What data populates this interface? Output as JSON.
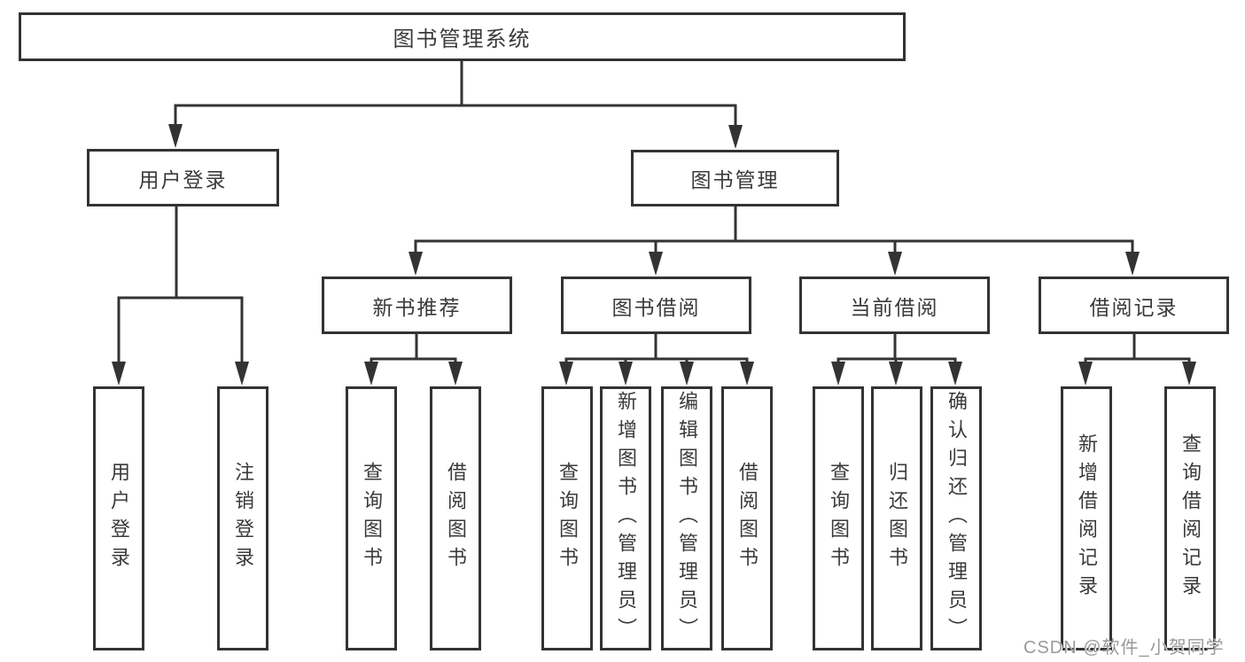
{
  "diagram_type": "hierarchy-tree",
  "colors": {
    "line": "#333333",
    "border": "#333333",
    "text": "#3a3a3a",
    "background": "#ffffff",
    "watermark_text": "#9a9a9a"
  },
  "watermark": "CSDN @软件_小贺同学",
  "tree": {
    "label": "图书管理系统",
    "children": [
      {
        "label": "用户登录",
        "children": [
          {
            "label": "用户登录"
          },
          {
            "label": "注销登录"
          }
        ]
      },
      {
        "label": "图书管理",
        "children": [
          {
            "label": "新书推荐",
            "children": [
              {
                "label": "查询图书"
              },
              {
                "label": "借阅图书"
              }
            ]
          },
          {
            "label": "图书借阅",
            "children": [
              {
                "label": "查询图书"
              },
              {
                "label": "新增图书（管理员）"
              },
              {
                "label": "编辑图书（管理员）"
              },
              {
                "label": "借阅图书"
              }
            ]
          },
          {
            "label": "当前借阅",
            "children": [
              {
                "label": "查询图书"
              },
              {
                "label": "归还图书"
              },
              {
                "label": "确认归还（管理员）"
              }
            ]
          },
          {
            "label": "借阅记录",
            "children": [
              {
                "label": "新增借阅记录"
              },
              {
                "label": "查询借阅记录"
              }
            ]
          }
        ]
      }
    ]
  }
}
